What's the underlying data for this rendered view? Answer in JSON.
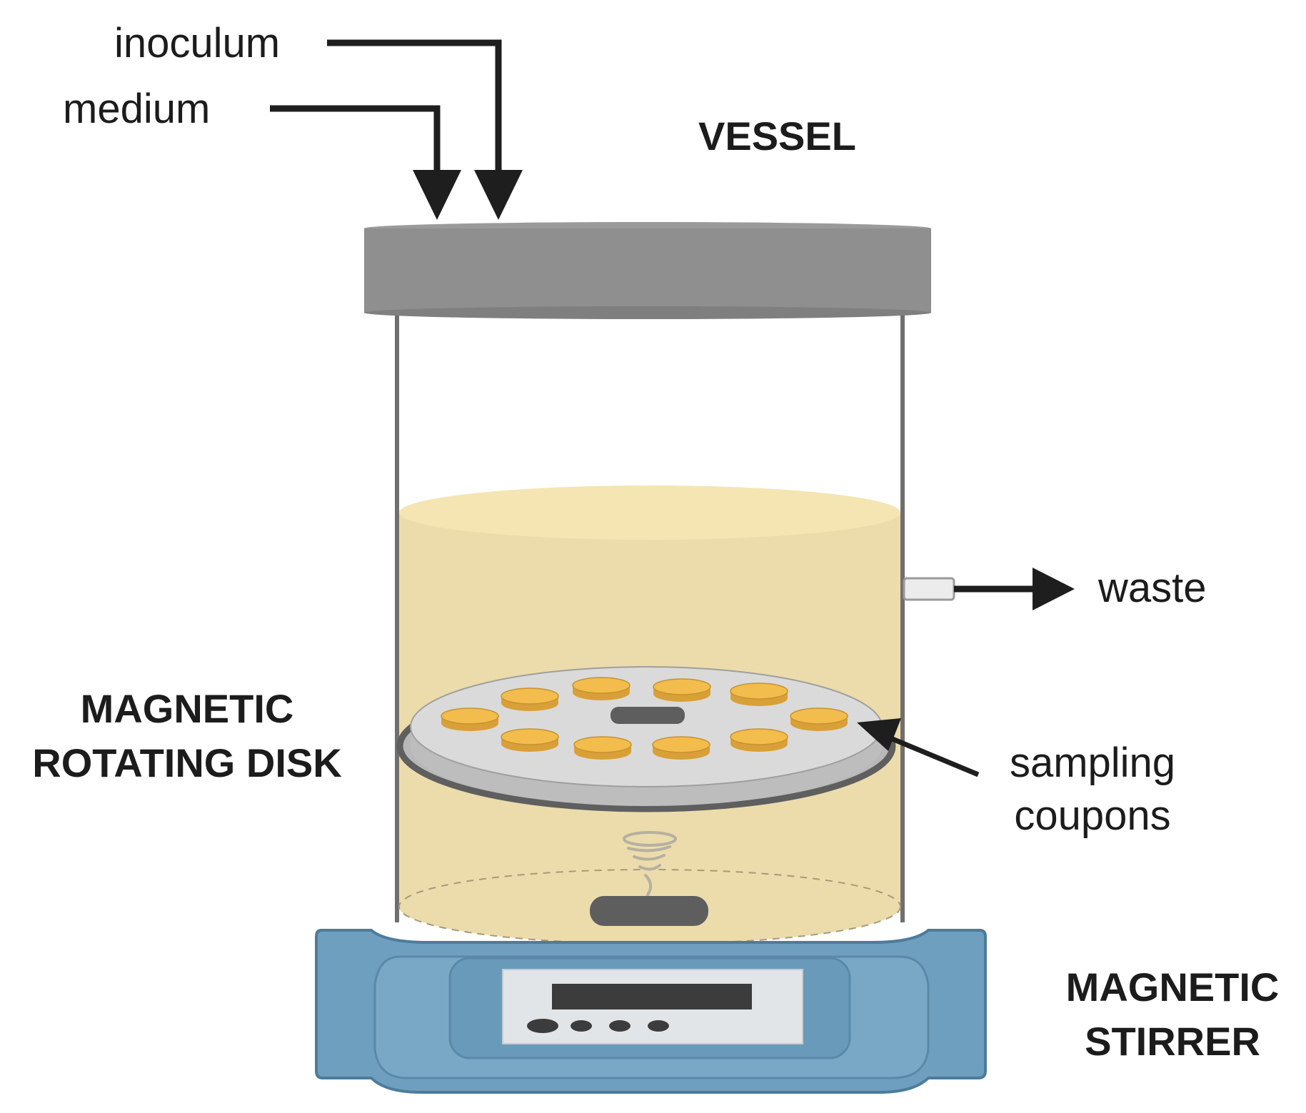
{
  "labels": {
    "inoculum": "inoculum",
    "medium": "medium",
    "vessel": "VESSEL",
    "waste": "waste",
    "rotating_disk_line1": "MAGNETIC",
    "rotating_disk_line2": "ROTATING DISK",
    "sampling_line1": "sampling",
    "sampling_line2": "coupons",
    "stirrer_line1": "MAGNETIC",
    "stirrer_line2": "STIRRER"
  },
  "colors": {
    "lid": "#8f8f8f",
    "vessel_wall": "#6f6f6f",
    "medium_liquid": "#ecdcab",
    "medium_surface": "#f5e5b3",
    "disk": "#d4d4d4",
    "disk_rim": "#5f5f5f",
    "coupon": "#f2bd4c",
    "stir_bar": "#5e5e5e",
    "stirrer_body": "#6f9fbe",
    "stirrer_panel": "#e2e5e8",
    "stirrer_display": "#3c3c3c",
    "arrow": "#1e1e1e"
  },
  "coupon_count": 10
}
